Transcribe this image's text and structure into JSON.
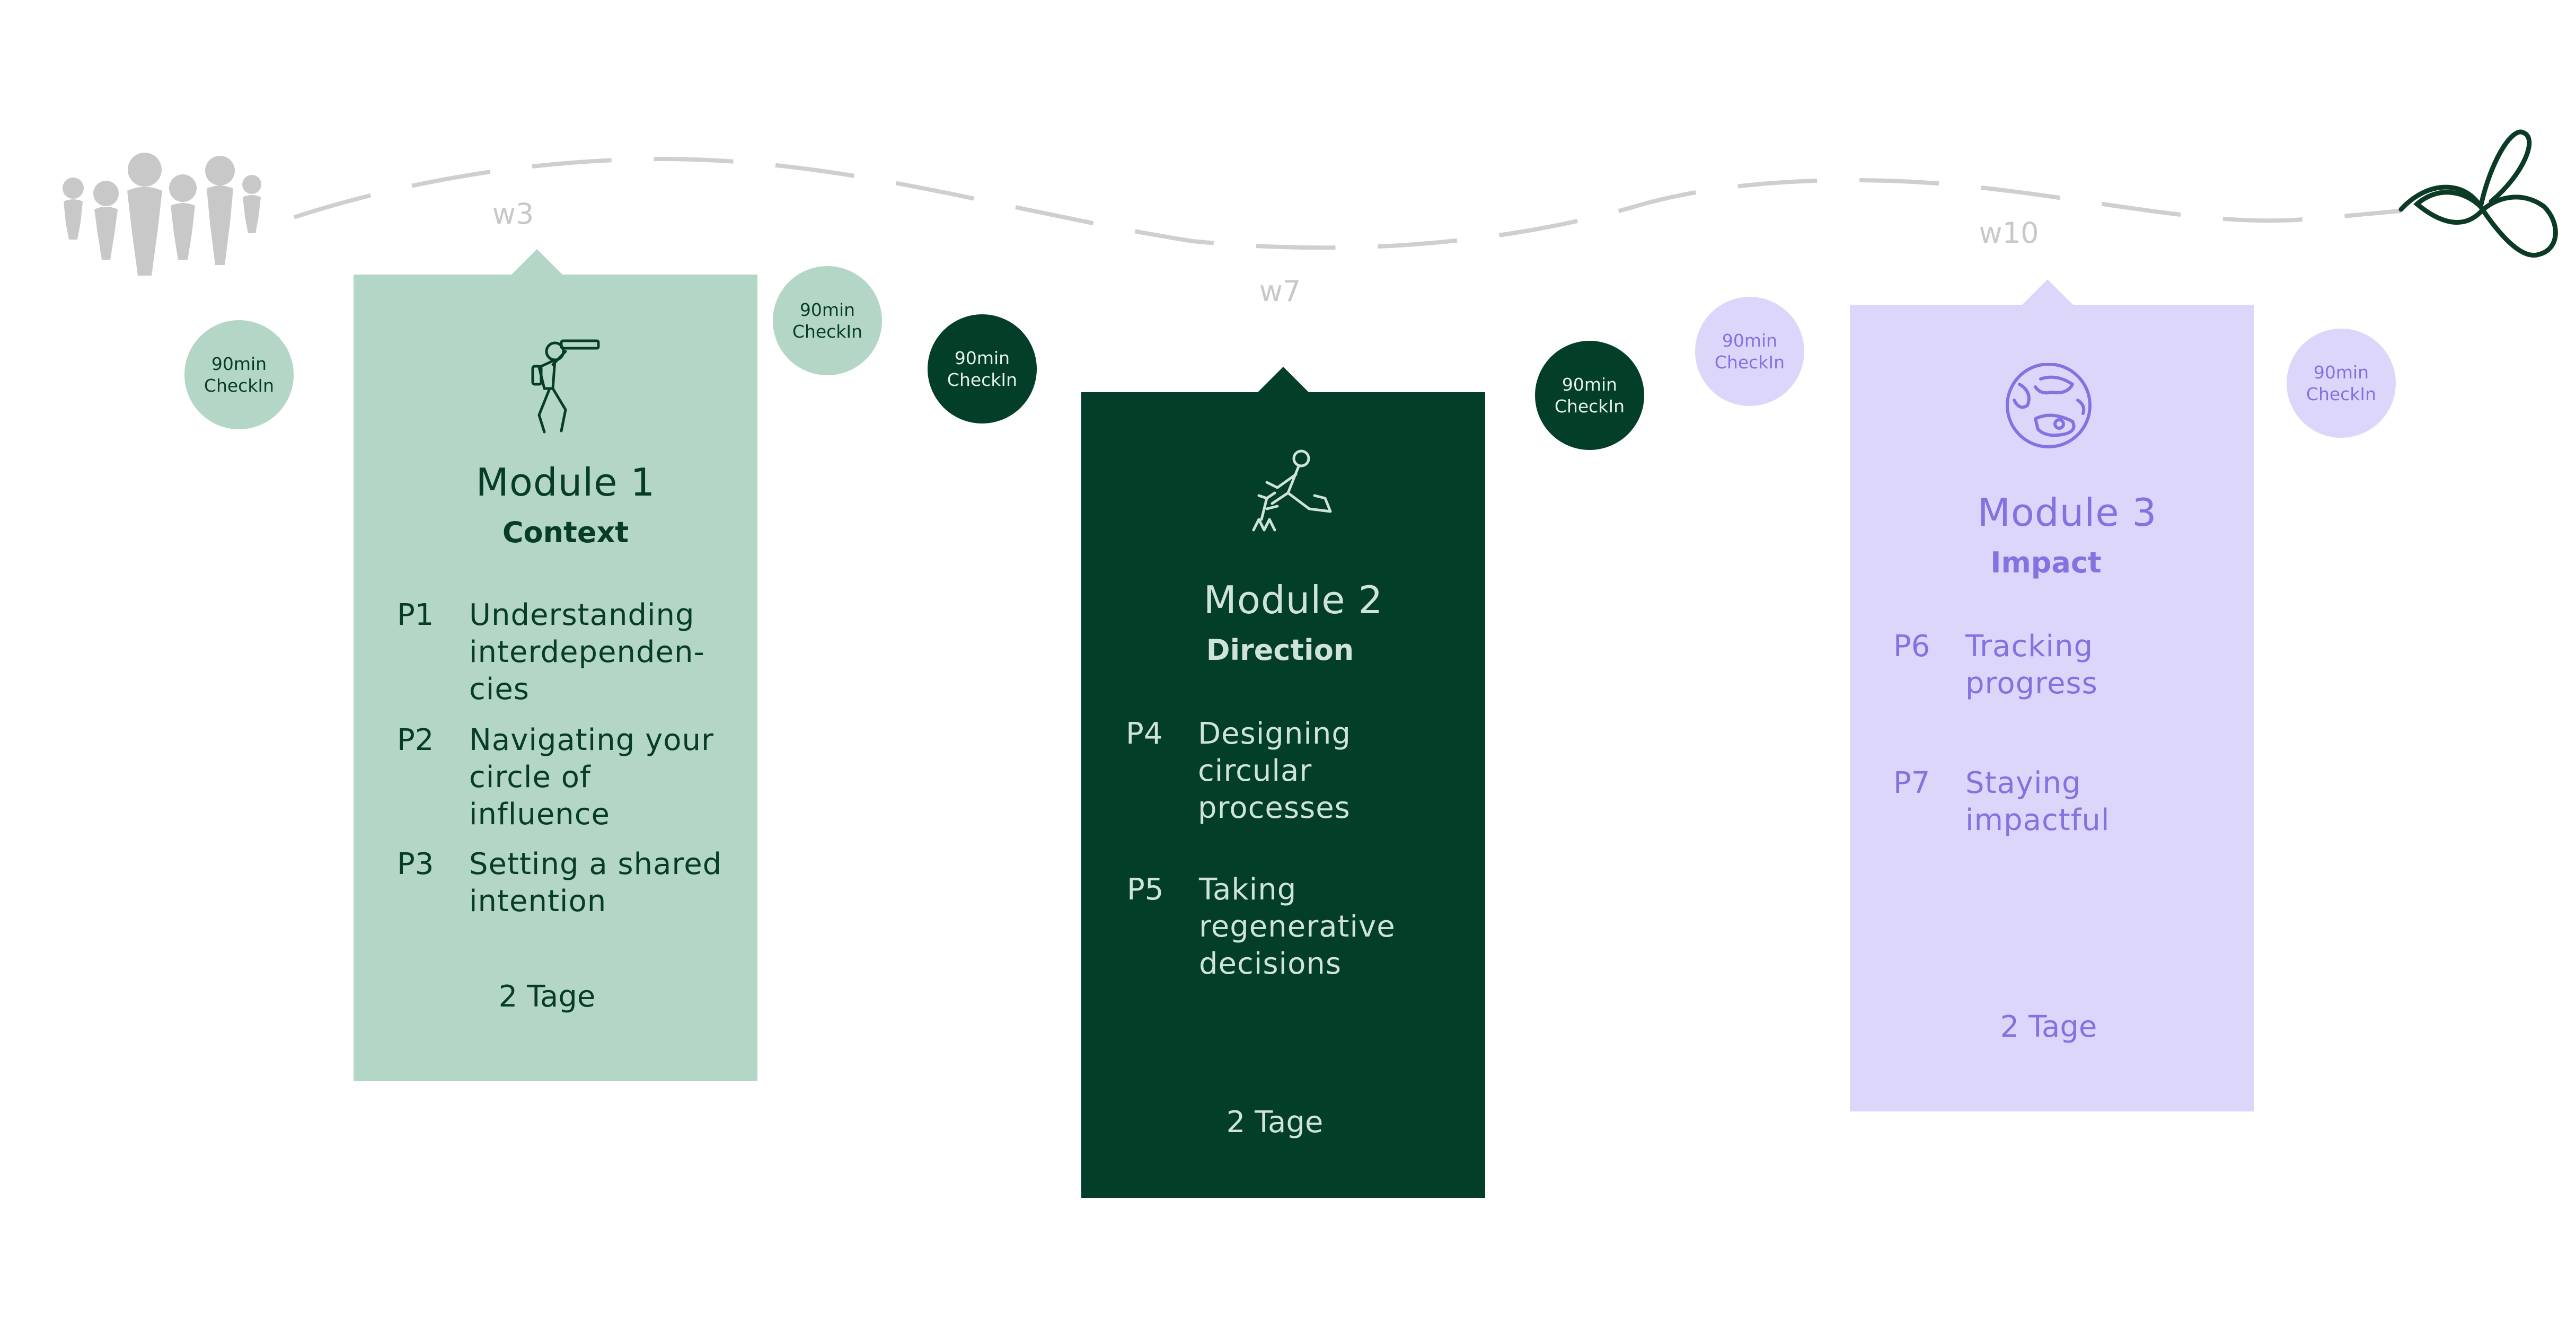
{
  "weeks": [
    "w3",
    "w7",
    "w10"
  ],
  "checkins": [
    {
      "line1": "90min",
      "line2": "CheckIn",
      "style": "mint"
    },
    {
      "line1": "90min",
      "line2": "CheckIn",
      "style": "mint"
    },
    {
      "line1": "90min",
      "line2": "CheckIn",
      "style": "dark"
    },
    {
      "line1": "90min",
      "line2": "CheckIn",
      "style": "dark"
    },
    {
      "line1": "90min",
      "line2": "CheckIn",
      "style": "lavender"
    },
    {
      "line1": "90min",
      "line2": "CheckIn",
      "style": "lavender"
    }
  ],
  "modules": [
    {
      "title": "Module 1",
      "subtitle": "Context",
      "icon": "explorer-telescope-icon",
      "items": [
        {
          "code": "P1",
          "lines": [
            "Understanding",
            "interdependen-",
            "cies"
          ]
        },
        {
          "code": "P2",
          "lines": [
            "Navigating your",
            "circle of",
            "influence"
          ]
        },
        {
          "code": "P3",
          "lines": [
            "Setting a shared",
            "intention"
          ]
        }
      ],
      "duration": "2 Tage"
    },
    {
      "title": "Module 2",
      "subtitle": "Direction",
      "icon": "kneeling-planter-icon",
      "items": [
        {
          "code": "P4",
          "lines": [
            "Designing",
            "circular",
            "processes"
          ]
        },
        {
          "code": "P5",
          "lines": [
            "Taking",
            "regenerative",
            "decisions"
          ]
        }
      ],
      "duration": "2 Tage"
    },
    {
      "title": "Module 3",
      "subtitle": "Impact",
      "icon": "globe-icon",
      "items": [
        {
          "code": "P6",
          "lines": [
            "Tracking",
            "progress"
          ]
        },
        {
          "code": "P7",
          "lines": [
            "Staying",
            "impactful"
          ]
        }
      ],
      "duration": "2 Tage"
    }
  ],
  "colors": {
    "mint": "#b3d6c6",
    "dark_green": "#023e28",
    "lavender": "#dcd6fb",
    "lavender_text": "#8372e0",
    "path_grey": "#cfcfcf",
    "people_grey": "#c8c8c8"
  },
  "decorations": [
    "people-group-icon",
    "infinity-loop-icon"
  ]
}
